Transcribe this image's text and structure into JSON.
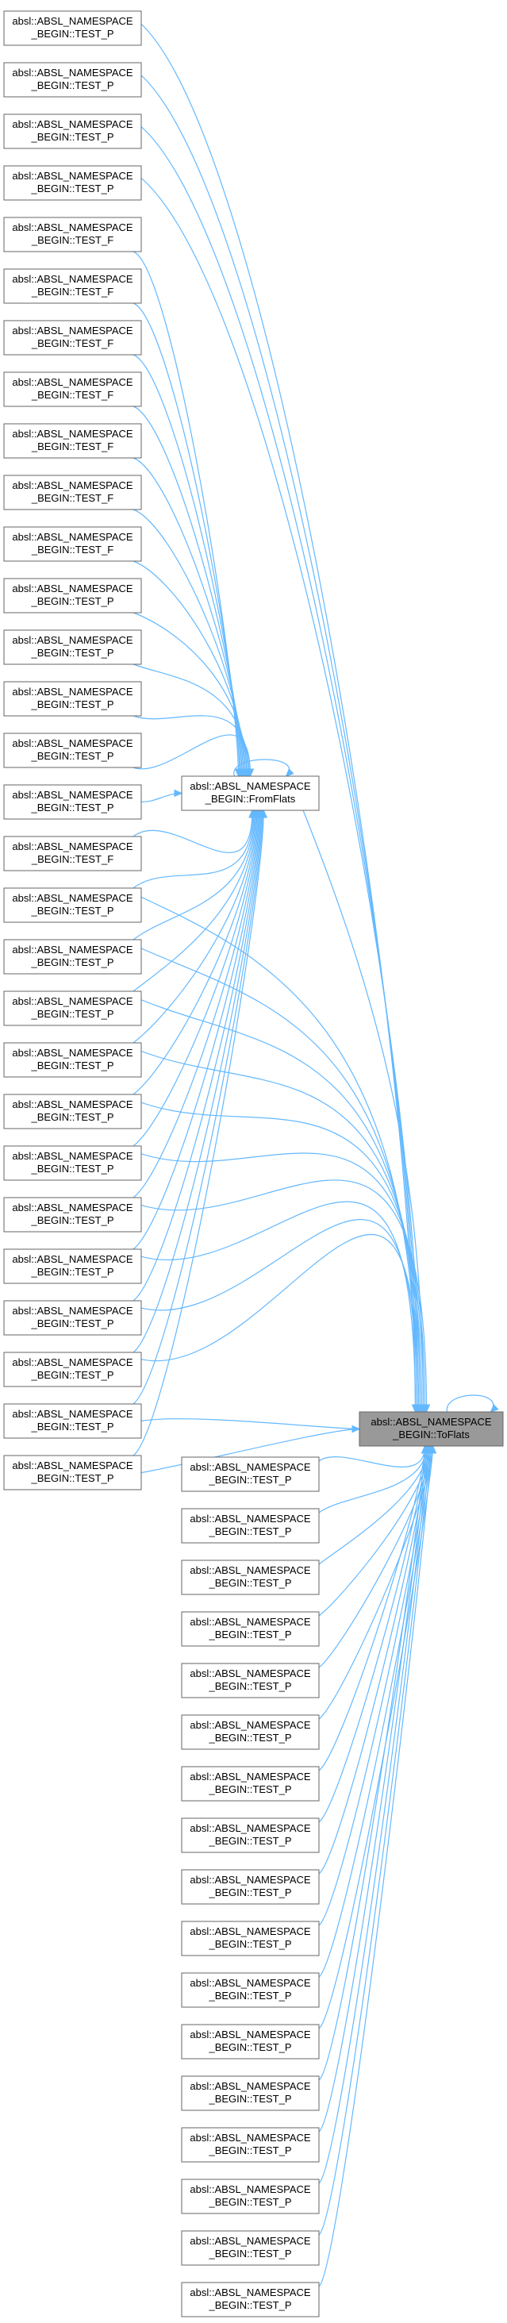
{
  "diagram": {
    "colors": {
      "edge": "#63b8ff",
      "node_border": "#666666",
      "node_fill": "#ffffff",
      "highlight_fill": "#999999"
    },
    "targets": {
      "fromflats": {
        "line1": "absl::ABSL_NAMESPACE",
        "line2": "_BEGIN::FromFlats"
      },
      "toflats": {
        "line1": "absl::ABSL_NAMESPACE",
        "line2": "_BEGIN::ToFlats"
      }
    },
    "left_callers": [
      {
        "line1": "absl::ABSL_NAMESPACE",
        "line2": "_BEGIN::TEST_P"
      },
      {
        "line1": "absl::ABSL_NAMESPACE",
        "line2": "_BEGIN::TEST_P"
      },
      {
        "line1": "absl::ABSL_NAMESPACE",
        "line2": "_BEGIN::TEST_P"
      },
      {
        "line1": "absl::ABSL_NAMESPACE",
        "line2": "_BEGIN::TEST_P"
      },
      {
        "line1": "absl::ABSL_NAMESPACE",
        "line2": "_BEGIN::TEST_F"
      },
      {
        "line1": "absl::ABSL_NAMESPACE",
        "line2": "_BEGIN::TEST_F"
      },
      {
        "line1": "absl::ABSL_NAMESPACE",
        "line2": "_BEGIN::TEST_F"
      },
      {
        "line1": "absl::ABSL_NAMESPACE",
        "line2": "_BEGIN::TEST_F"
      },
      {
        "line1": "absl::ABSL_NAMESPACE",
        "line2": "_BEGIN::TEST_F"
      },
      {
        "line1": "absl::ABSL_NAMESPACE",
        "line2": "_BEGIN::TEST_F"
      },
      {
        "line1": "absl::ABSL_NAMESPACE",
        "line2": "_BEGIN::TEST_F"
      },
      {
        "line1": "absl::ABSL_NAMESPACE",
        "line2": "_BEGIN::TEST_P"
      },
      {
        "line1": "absl::ABSL_NAMESPACE",
        "line2": "_BEGIN::TEST_P"
      },
      {
        "line1": "absl::ABSL_NAMESPACE",
        "line2": "_BEGIN::TEST_P"
      },
      {
        "line1": "absl::ABSL_NAMESPACE",
        "line2": "_BEGIN::TEST_P"
      },
      {
        "line1": "absl::ABSL_NAMESPACE",
        "line2": "_BEGIN::TEST_P"
      },
      {
        "line1": "absl::ABSL_NAMESPACE",
        "line2": "_BEGIN::TEST_F"
      },
      {
        "line1": "absl::ABSL_NAMESPACE",
        "line2": "_BEGIN::TEST_P"
      },
      {
        "line1": "absl::ABSL_NAMESPACE",
        "line2": "_BEGIN::TEST_P"
      },
      {
        "line1": "absl::ABSL_NAMESPACE",
        "line2": "_BEGIN::TEST_P"
      },
      {
        "line1": "absl::ABSL_NAMESPACE",
        "line2": "_BEGIN::TEST_P"
      },
      {
        "line1": "absl::ABSL_NAMESPACE",
        "line2": "_BEGIN::TEST_P"
      },
      {
        "line1": "absl::ABSL_NAMESPACE",
        "line2": "_BEGIN::TEST_P"
      },
      {
        "line1": "absl::ABSL_NAMESPACE",
        "line2": "_BEGIN::TEST_P"
      },
      {
        "line1": "absl::ABSL_NAMESPACE",
        "line2": "_BEGIN::TEST_P"
      },
      {
        "line1": "absl::ABSL_NAMESPACE",
        "line2": "_BEGIN::TEST_P"
      },
      {
        "line1": "absl::ABSL_NAMESPACE",
        "line2": "_BEGIN::TEST_P"
      },
      {
        "line1": "absl::ABSL_NAMESPACE",
        "line2": "_BEGIN::TEST_P"
      },
      {
        "line1": "absl::ABSL_NAMESPACE",
        "line2": "_BEGIN::TEST_P"
      }
    ],
    "right_callers": [
      {
        "line1": "absl::ABSL_NAMESPACE",
        "line2": "_BEGIN::TEST_P"
      },
      {
        "line1": "absl::ABSL_NAMESPACE",
        "line2": "_BEGIN::TEST_P"
      },
      {
        "line1": "absl::ABSL_NAMESPACE",
        "line2": "_BEGIN::TEST_P"
      },
      {
        "line1": "absl::ABSL_NAMESPACE",
        "line2": "_BEGIN::TEST_P"
      },
      {
        "line1": "absl::ABSL_NAMESPACE",
        "line2": "_BEGIN::TEST_P"
      },
      {
        "line1": "absl::ABSL_NAMESPACE",
        "line2": "_BEGIN::TEST_P"
      },
      {
        "line1": "absl::ABSL_NAMESPACE",
        "line2": "_BEGIN::TEST_P"
      },
      {
        "line1": "absl::ABSL_NAMESPACE",
        "line2": "_BEGIN::TEST_P"
      },
      {
        "line1": "absl::ABSL_NAMESPACE",
        "line2": "_BEGIN::TEST_P"
      },
      {
        "line1": "absl::ABSL_NAMESPACE",
        "line2": "_BEGIN::TEST_P"
      },
      {
        "line1": "absl::ABSL_NAMESPACE",
        "line2": "_BEGIN::TEST_P"
      },
      {
        "line1": "absl::ABSL_NAMESPACE",
        "line2": "_BEGIN::TEST_P"
      },
      {
        "line1": "absl::ABSL_NAMESPACE",
        "line2": "_BEGIN::TEST_P"
      },
      {
        "line1": "absl::ABSL_NAMESPACE",
        "line2": "_BEGIN::TEST_P"
      },
      {
        "line1": "absl::ABSL_NAMESPACE",
        "line2": "_BEGIN::TEST_P"
      },
      {
        "line1": "absl::ABSL_NAMESPACE",
        "line2": "_BEGIN::TEST_P"
      },
      {
        "line1": "absl::ABSL_NAMESPACE",
        "line2": "_BEGIN::TEST_P"
      }
    ],
    "edges": {
      "left_to_fromflats": [
        4,
        5,
        6,
        7,
        8,
        9,
        10,
        11,
        12,
        13,
        14,
        15,
        16,
        17,
        18,
        19,
        20,
        21,
        22,
        23,
        24,
        25,
        26,
        27,
        28
      ],
      "left_to_toflats": [
        0,
        1,
        2,
        3,
        17,
        18,
        19,
        20,
        21,
        22,
        23,
        24,
        25,
        26,
        27,
        28
      ],
      "right_to_toflats": [
        0,
        1,
        2,
        3,
        4,
        5,
        6,
        7,
        8,
        9,
        10,
        11,
        12,
        13,
        14,
        15,
        16
      ],
      "fromflats_to_toflats": true,
      "fromflats_self_loop": true,
      "toflats_self_loop": true
    }
  }
}
